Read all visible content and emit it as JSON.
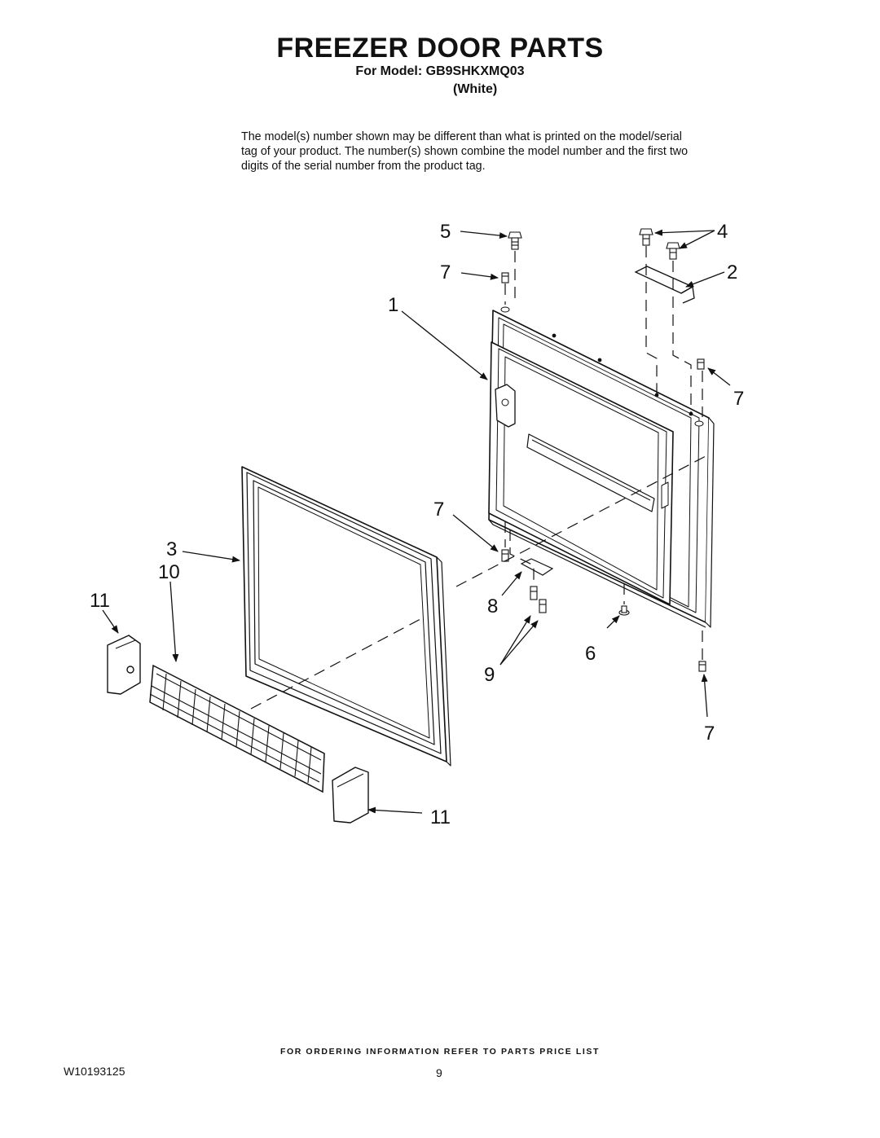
{
  "header": {
    "title": "FREEZER DOOR PARTS",
    "model_line": "For Model: GB9SHKXMQ03",
    "color": "(White)"
  },
  "note": "The model(s) number shown may be different than what is printed on the model/serial tag of your product. The number(s) shown combine the model number and the first two digits of the serial number from the product tag.",
  "callouts": {
    "c5": "5",
    "c4": "4",
    "c7a": "7",
    "c2": "2",
    "c1": "1",
    "c7b": "7",
    "c7c": "7",
    "c3": "3",
    "c10": "10",
    "c11a": "11",
    "c8": "8",
    "c6": "6",
    "c9": "9",
    "c7d": "7",
    "c11b": "11"
  },
  "footer": {
    "ordering_note": "FOR ORDERING INFORMATION REFER TO PARTS PRICE LIST",
    "doc_number": "W10193125",
    "page_number": "9"
  }
}
